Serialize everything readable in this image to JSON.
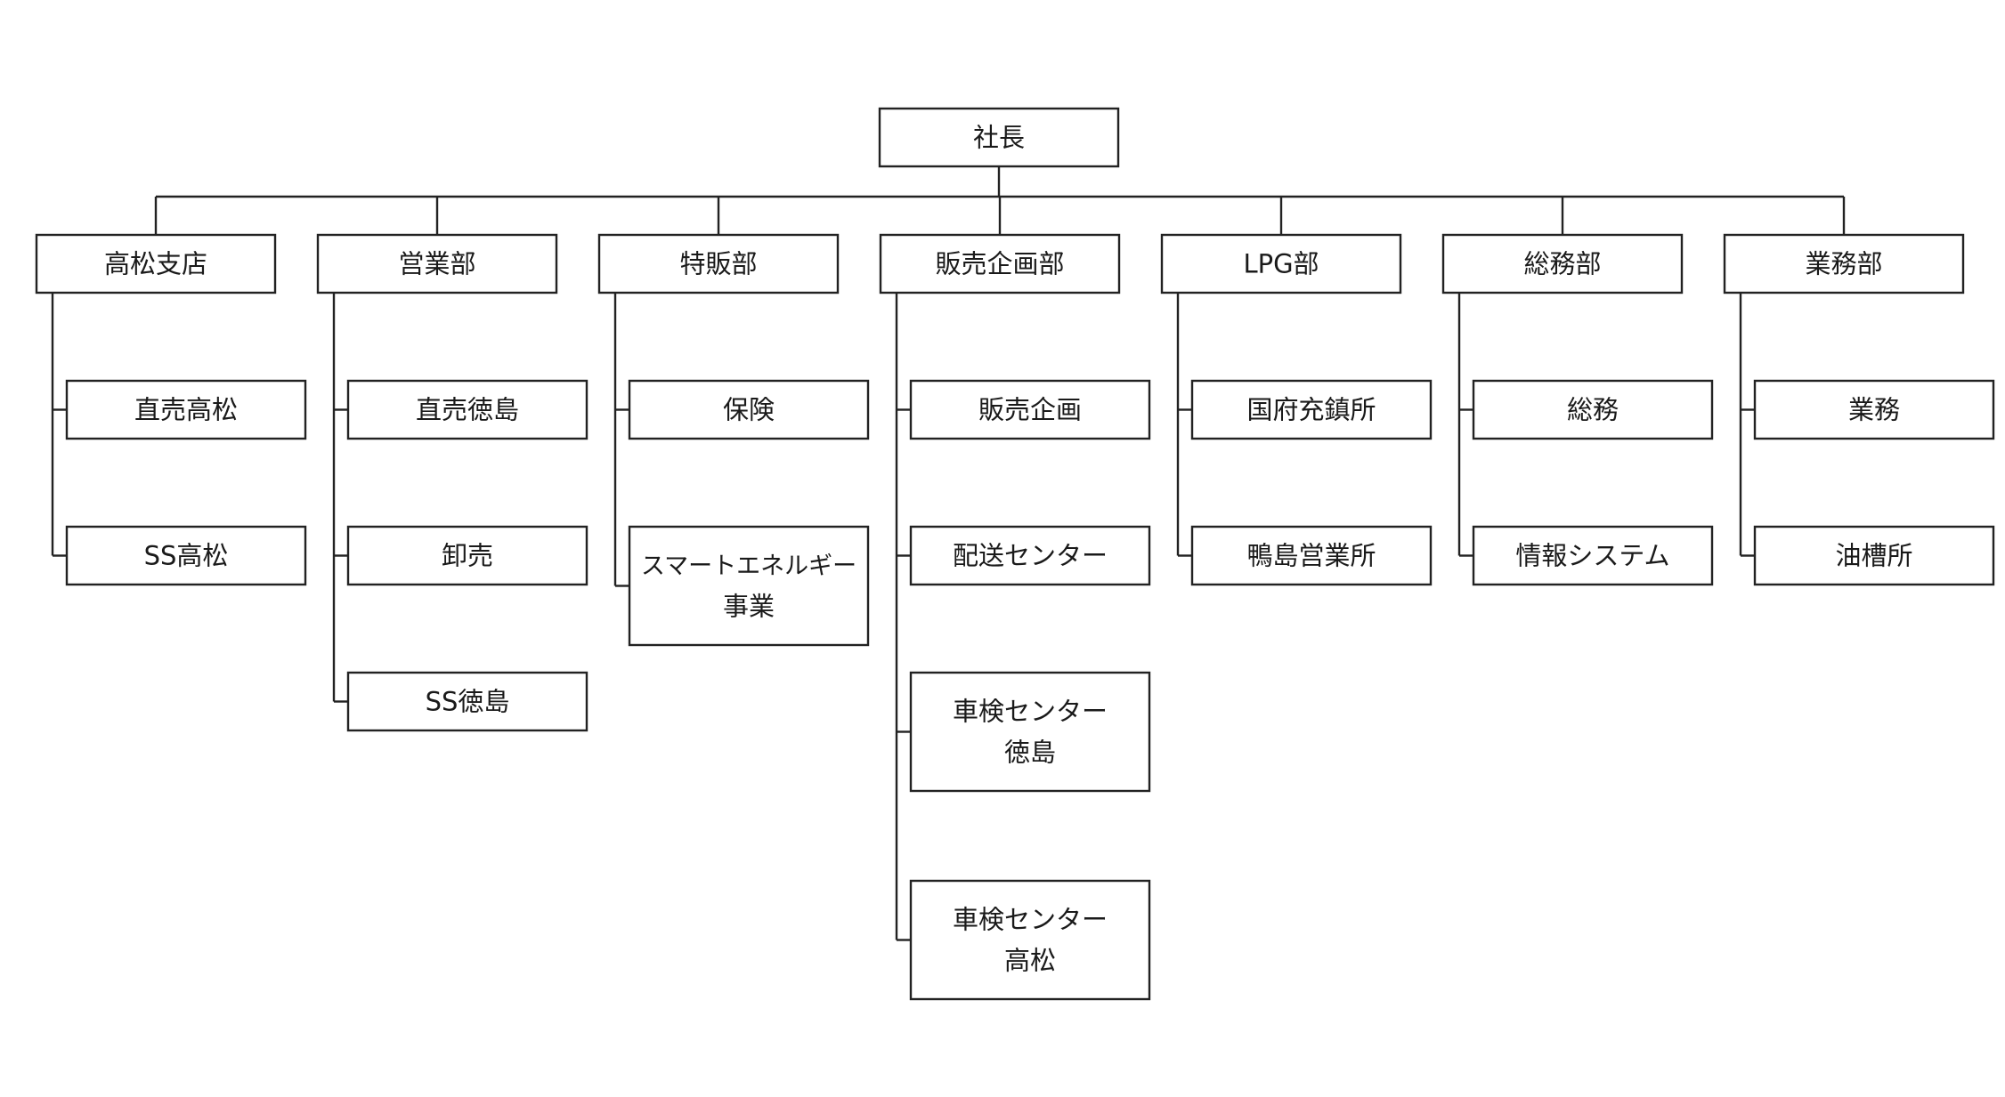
{
  "org_chart": {
    "root": {
      "label": "社長"
    },
    "departments": [
      {
        "label": "高松支店",
        "children": [
          {
            "lines": [
              "直売高松"
            ]
          },
          {
            "lines": [
              "SS高松"
            ]
          }
        ]
      },
      {
        "label": "営業部",
        "children": [
          {
            "lines": [
              "直売徳島"
            ]
          },
          {
            "lines": [
              "卸売"
            ]
          },
          {
            "lines": [
              "SS徳島"
            ]
          }
        ]
      },
      {
        "label": "特販部",
        "children": [
          {
            "lines": [
              "保険"
            ]
          },
          {
            "lines": [
              "スマートエネルギー",
              "事業"
            ]
          }
        ]
      },
      {
        "label": "販売企画部",
        "children": [
          {
            "lines": [
              "販売企画"
            ]
          },
          {
            "lines": [
              "配送センター"
            ]
          },
          {
            "lines": [
              "車検センター",
              "徳島"
            ]
          },
          {
            "lines": [
              "車検センター",
              "高松"
            ]
          }
        ]
      },
      {
        "label": "LPG部",
        "children": [
          {
            "lines": [
              "国府充鎮所"
            ]
          },
          {
            "lines": [
              "鴨島営業所"
            ]
          }
        ]
      },
      {
        "label": "総務部",
        "children": [
          {
            "lines": [
              "総務"
            ]
          },
          {
            "lines": [
              "情報システム"
            ]
          }
        ]
      },
      {
        "label": "業務部",
        "children": [
          {
            "lines": [
              "業務"
            ]
          },
          {
            "lines": [
              "油槽所"
            ]
          }
        ]
      }
    ]
  }
}
